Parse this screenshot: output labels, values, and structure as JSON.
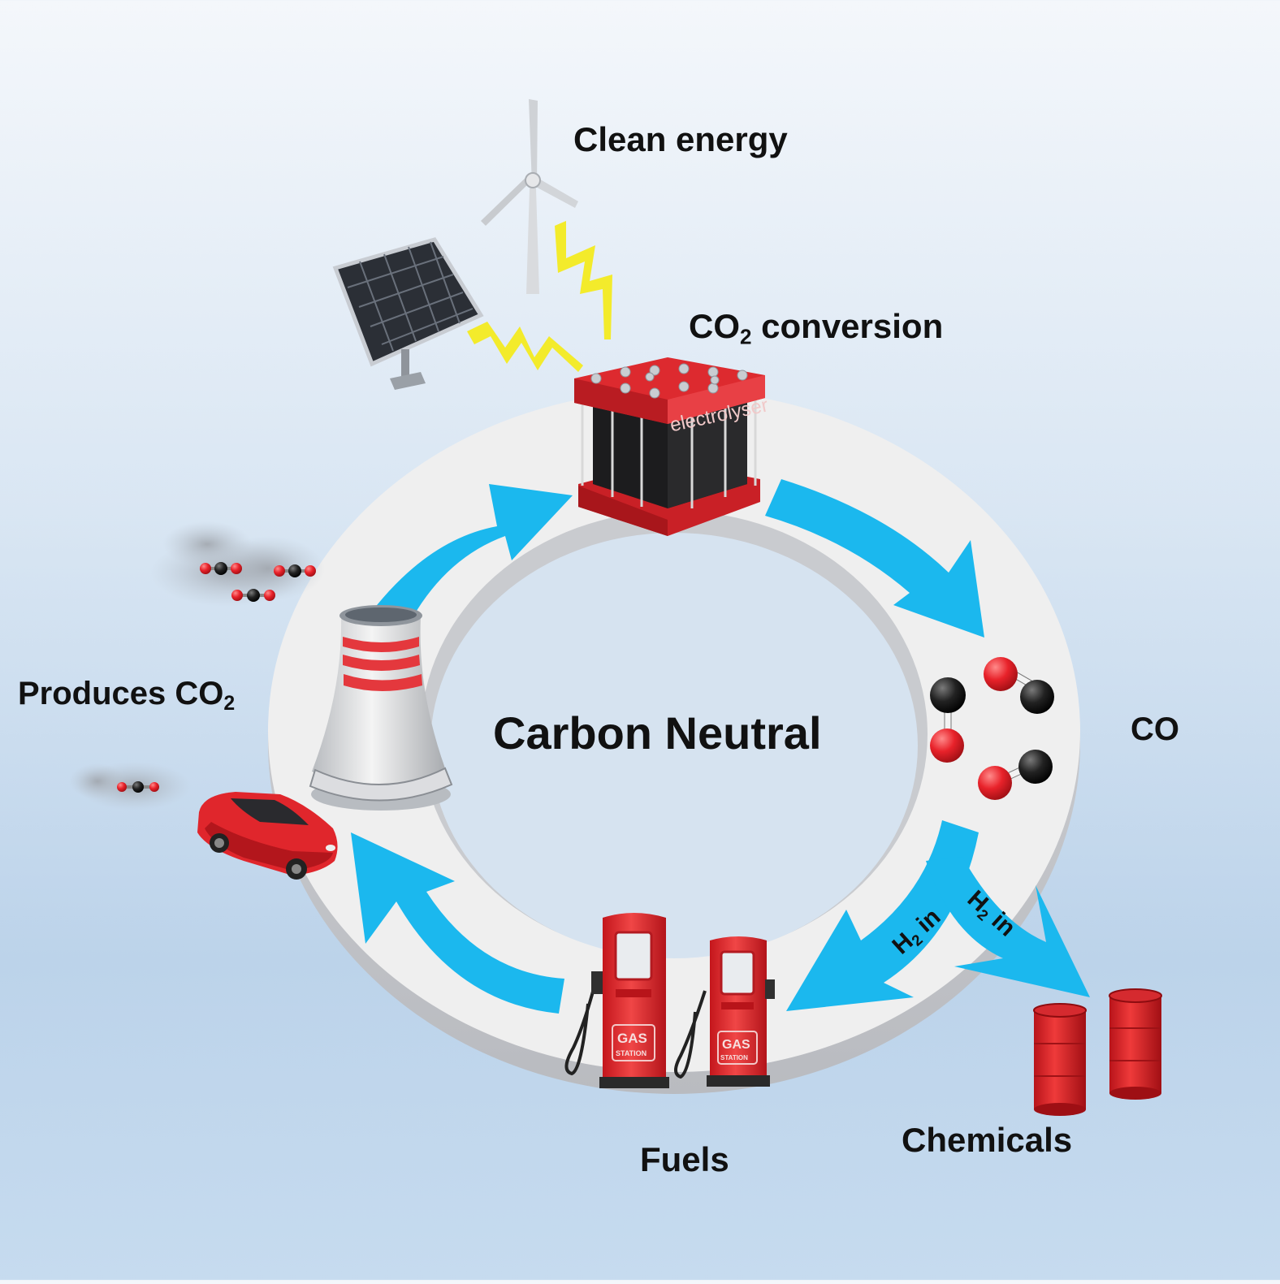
{
  "labels": {
    "clean_energy": "Clean energy",
    "co2_conversion_prefix": "CO",
    "co2_conversion_sub": "2",
    "co2_conversion_suffix": " conversion",
    "produces_prefix": "Produces CO",
    "produces_sub": "2",
    "center": "Carbon Neutral",
    "co": "CO",
    "chemicals": "Chemicals",
    "fuels": "Fuels",
    "h2_prefix": "H",
    "h2_sub": "2",
    "h2_suffix": " in",
    "electrolyser": "electrolyser",
    "gas_line1": "GAS",
    "gas_line2": "STATION"
  },
  "colors": {
    "arrow": "#1bb8ee",
    "ring": "#eeeeef",
    "red": "#e62a2a",
    "bolt": "#f2ea2a",
    "carbon": "#1e1e1e"
  }
}
